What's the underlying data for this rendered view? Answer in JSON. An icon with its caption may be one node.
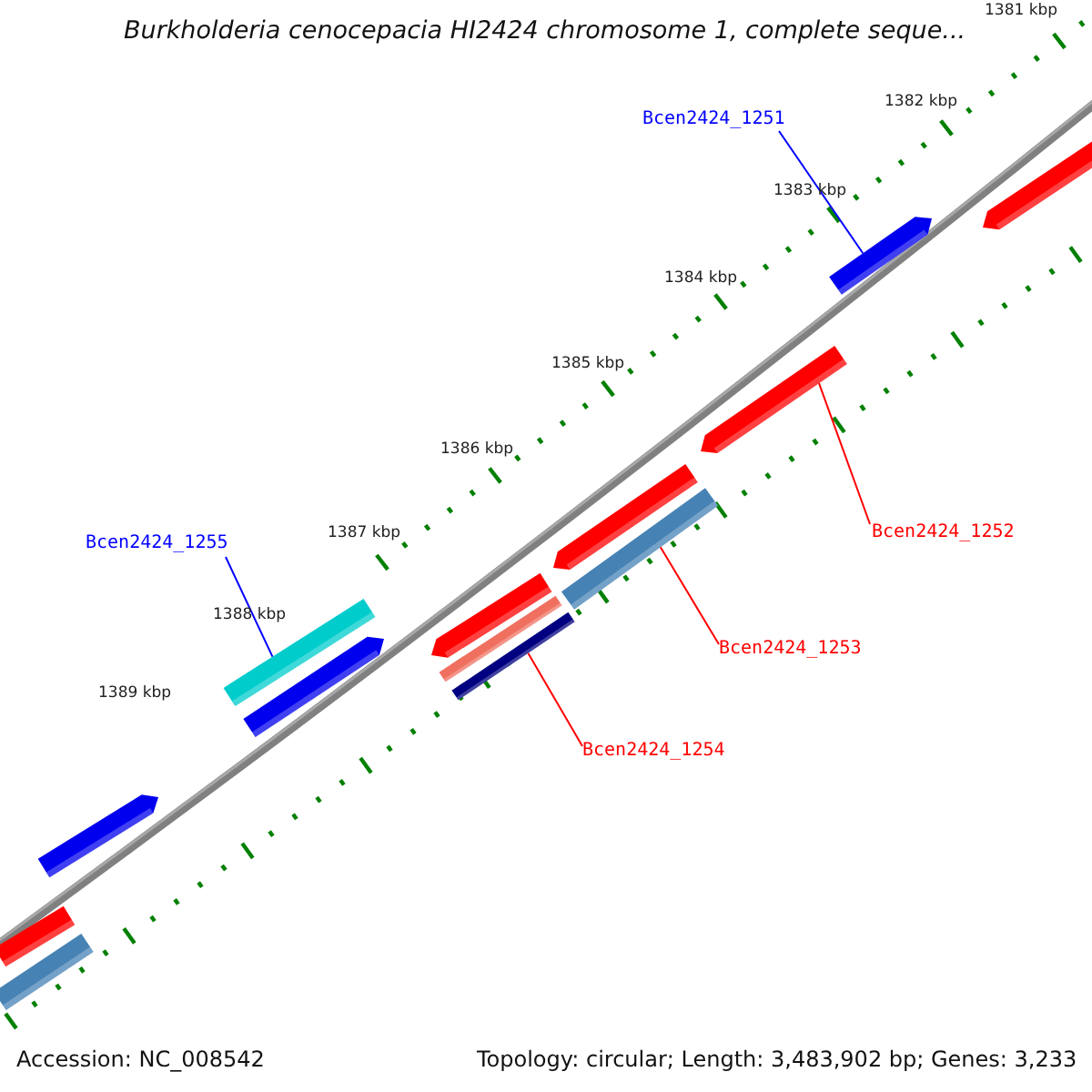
{
  "diagram": {
    "title": "Burkholderia cenocepacia HI2424 chromosome 1, complete seque...",
    "nodes": [
      {
        "text": [
          "Bcen2424_1251"
        ]
      },
      {
        "text": [
          "Bcen2424_1252"
        ]
      },
      {
        "text": [
          "Bcen2424_1255"
        ]
      },
      {
        "text": [
          "Bcen2424_1253"
        ]
      },
      {
        "text": [
          "Bcen2424_1254"
        ]
      },
      {
        "text": [],
        "shape": "bar"
      },
      {
        "text": [],
        "shape": "bar"
      },
      {
        "text": [],
        "shape": "bar"
      },
      {
        "text": [],
        "shape": "bar"
      },
      {
        "text": [],
        "shape": "bar"
      },
      {
        "text": [],
        "shape": "bar"
      },
      {
        "text": [],
        "shape": "bar"
      },
      {
        "text": [],
        "shape": "bar"
      },
      {
        "text": [],
        "shape": "bar"
      },
      {
        "text": [],
        "shape": "bar"
      },
      {
        "text": [],
        "shape": "bar"
      },
      {
        "text": [],
        "shape": "bar"
      },
      {
        "text": [],
        "shape": "bar"
      }
    ],
    "edges": [
      {
        "from": 0,
        "to": 6,
        "arrow": "none",
        "color": "#0000ff"
      },
      {
        "from": 1,
        "to": 7,
        "arrow": "none"
      },
      {
        "from": 2,
        "to": 11,
        "arrow": "none",
        "color": "#0000ff"
      },
      {
        "from": 3,
        "to": 9,
        "arrow": "none"
      },
      {
        "from": 4,
        "to": 13,
        "arrow": "none"
      }
    ],
    "labels": [
      "1381 kbp",
      "1382 kbp",
      "1383 kbp",
      "1384 kbp",
      "1385 kbp",
      "1386 kbp",
      "1387 kbp",
      "1388 kbp",
      "1389 kbp",
      "Accession: NC_008542",
      "Topology: circular; Length: 3,483,902 bp; Genes: 3,233"
    ]
  }
}
